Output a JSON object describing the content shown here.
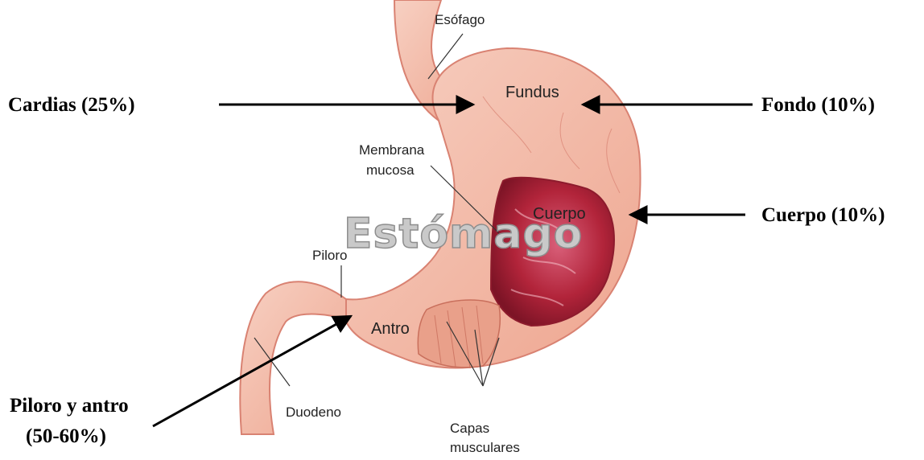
{
  "callouts": {
    "cardias": "Cardias (25%)",
    "fondo": "Fondo (10%)",
    "cuerpo": "Cuerpo (10%)",
    "piloro_antro_line1": "Piloro y antro",
    "piloro_antro_line2": "(50-60%)"
  },
  "anatomy_labels": {
    "esofago": "Esófago",
    "fundus": "Fundus",
    "membrana_line1": "Membrana",
    "membrana_line2": "mucosa",
    "cuerpo": "Cuerpo",
    "piloro": "Piloro",
    "antro": "Antro",
    "duodeno": "Duodeno",
    "capas_line1": "Capas",
    "capas_line2": "musculares"
  },
  "watermark": "Estómago",
  "colors": {
    "stomach_outer": "#f3b9a6",
    "stomach_edge": "#d98272",
    "mucosa": "#b2243a",
    "muscle": "#e9a08a",
    "arrow": "#000000"
  }
}
